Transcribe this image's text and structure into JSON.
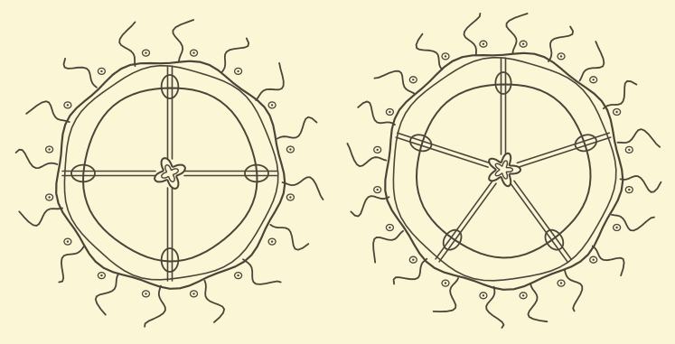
{
  "figures": [
    {
      "id": "four-radial-medusa",
      "radial_canals": 4,
      "tentacles": 16,
      "marginal_bulbs": 16
    },
    {
      "id": "five-radial-medusa",
      "radial_canals": 5,
      "tentacles": 20,
      "marginal_bulbs": 20
    }
  ],
  "colors": {
    "paper": "#fbf6d6",
    "ink": "#4a4538"
  }
}
